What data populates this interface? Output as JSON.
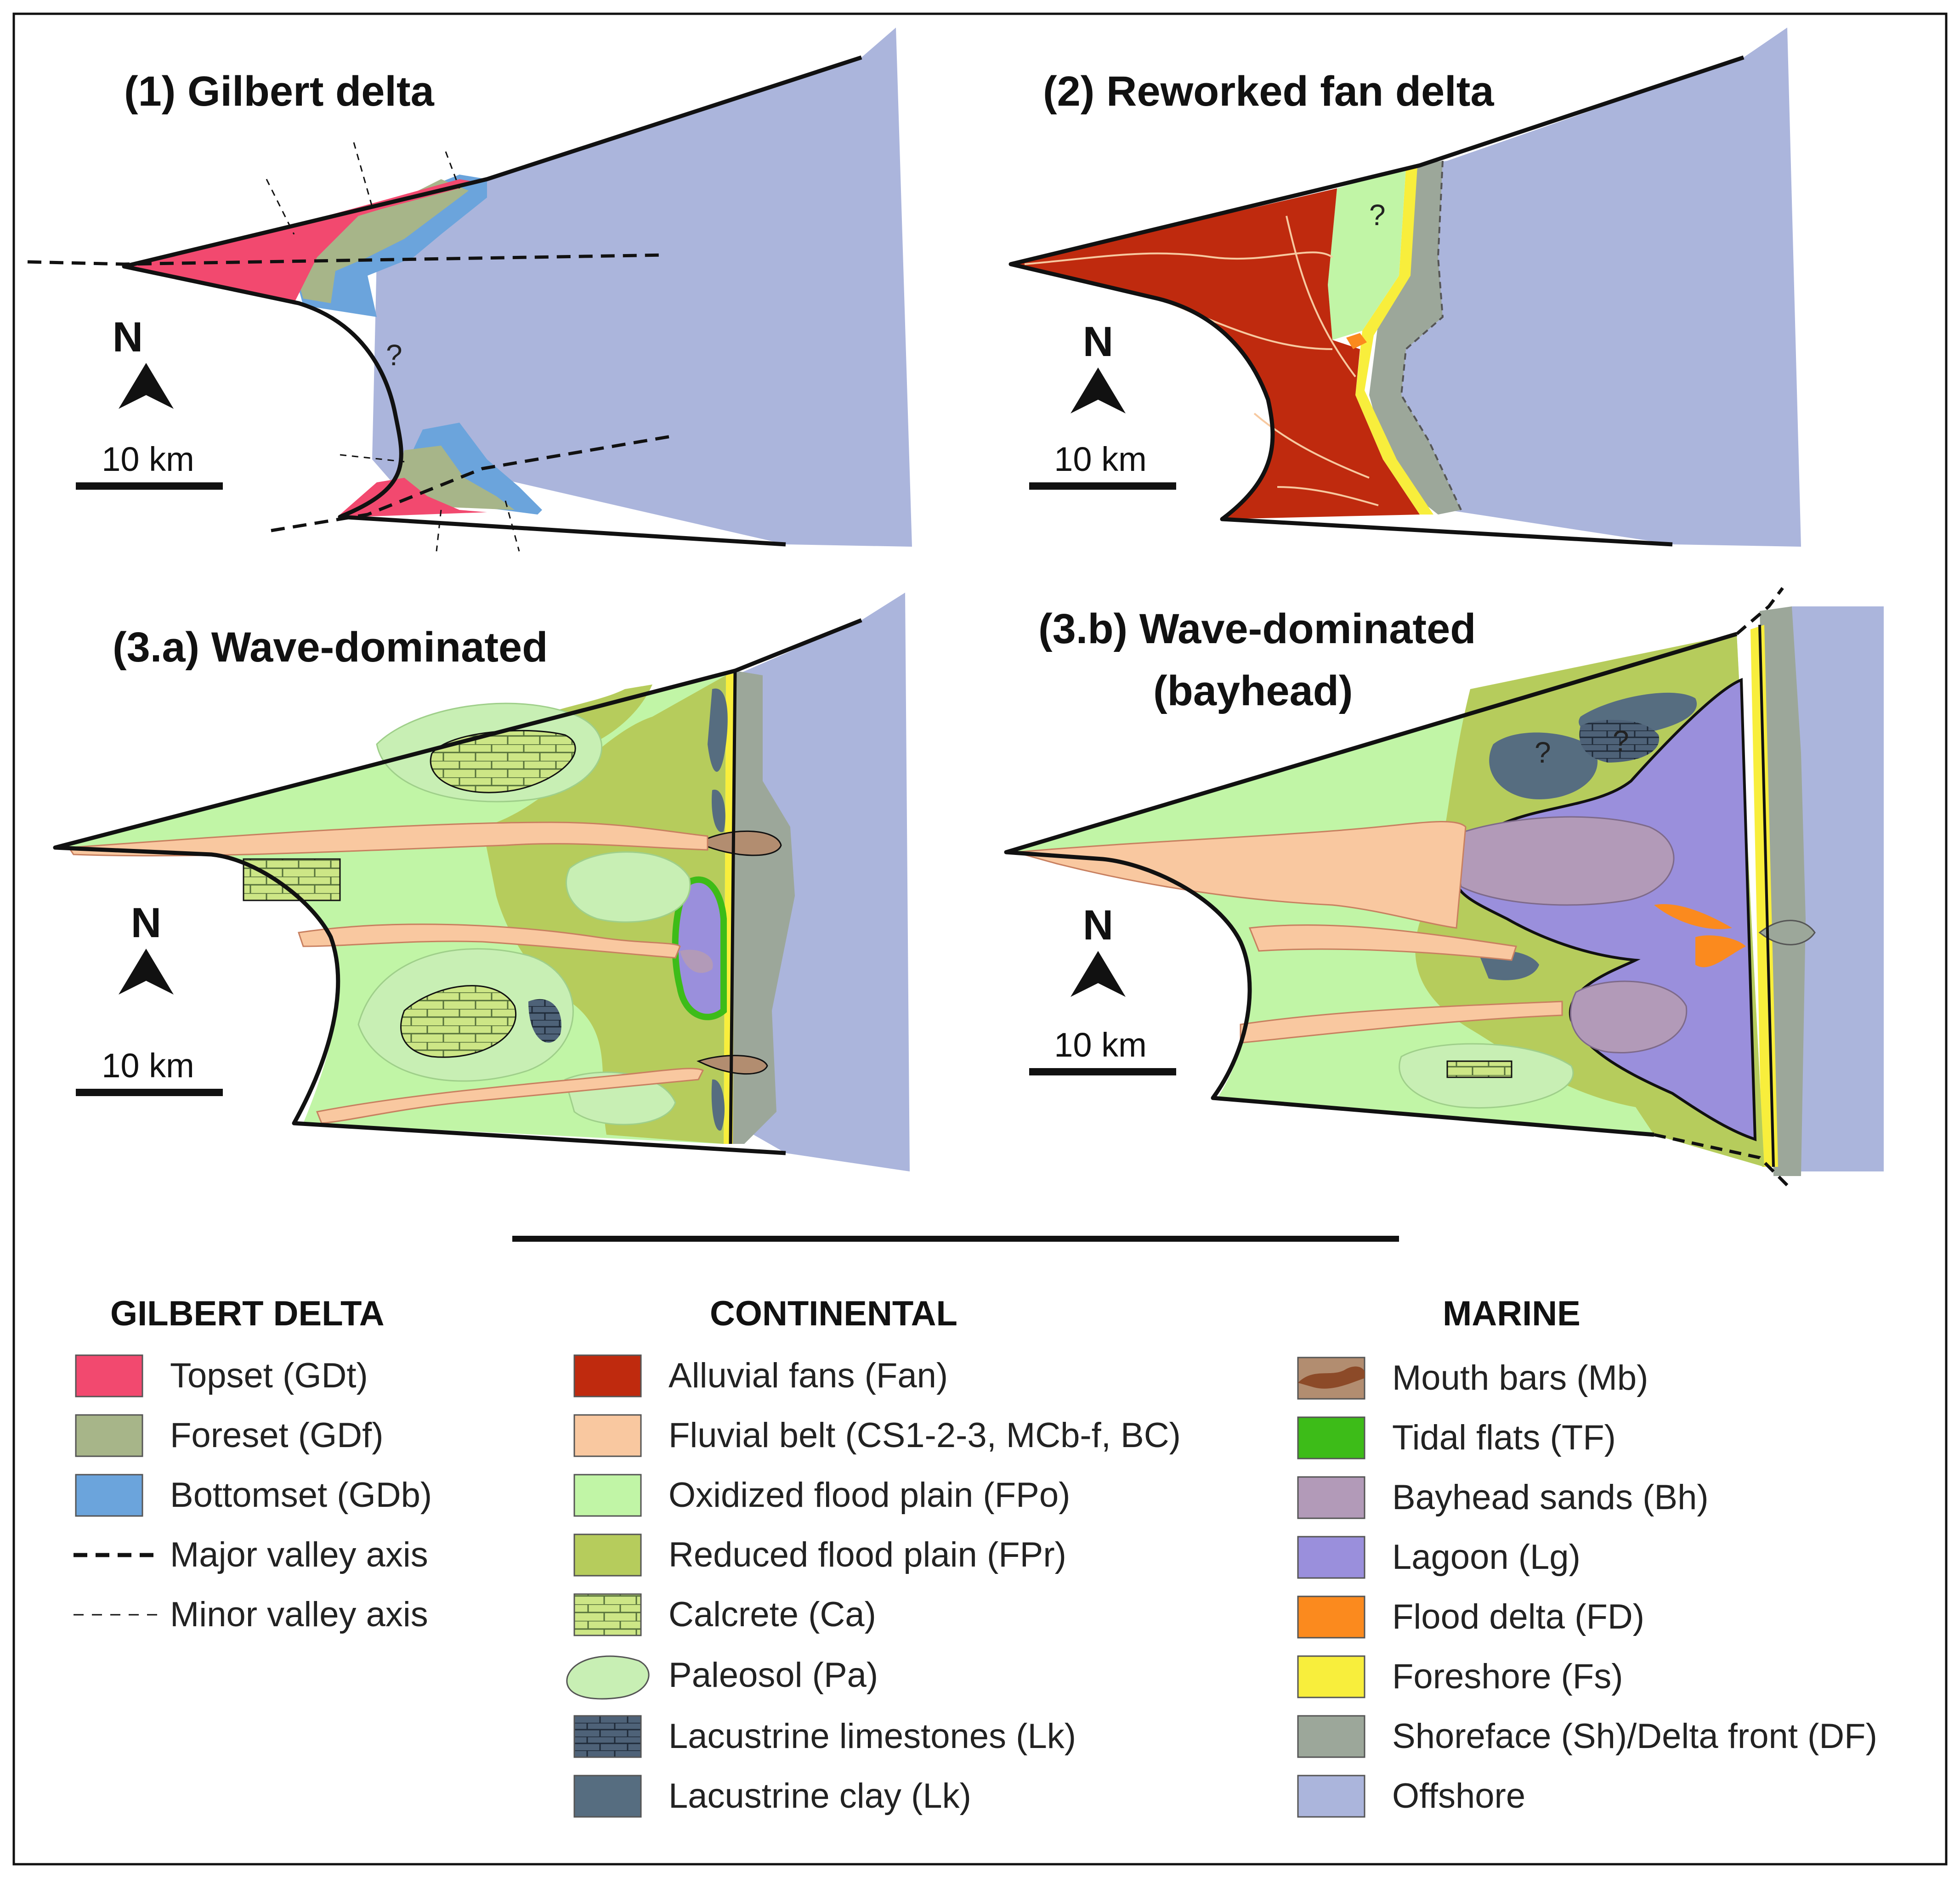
{
  "panels": [
    {
      "title": "(1) Gilbert delta",
      "north": "N",
      "scale": "10 km",
      "unknown": "?"
    },
    {
      "title": "(2) Reworked fan delta",
      "north": "N",
      "scale": "10 km",
      "unknown": "?"
    },
    {
      "title": "(3.a) Wave-dominated",
      "north": "N",
      "scale": "10 km"
    },
    {
      "title_line1": "(3.b) Wave-dominated",
      "title_line2": "(bayhead)",
      "north": "N",
      "scale": "10 km",
      "unknown": "?"
    }
  ],
  "legend": {
    "gilbert": {
      "heading": "GILBERT DELTA",
      "items": [
        {
          "label": "Topset (GDt)",
          "color": "#f2496f"
        },
        {
          "label": "Foreset (GDf)",
          "color": "#a7b589"
        },
        {
          "label": "Bottomset (GDb)",
          "color": "#6ba4dc"
        },
        {
          "label": "Major valley axis",
          "line": "major-dashed"
        },
        {
          "label": "Minor valley axis",
          "line": "minor-dashed"
        }
      ]
    },
    "continental": {
      "heading": "CONTINENTAL",
      "items": [
        {
          "label": "Alluvial fans (Fan)",
          "color": "#bf2a0e"
        },
        {
          "label": "Fluvial belt (CS1-2-3, MCb-f, BC)",
          "color": "#f9c8a0"
        },
        {
          "label": "Oxidized flood plain (FPo)",
          "color": "#c1f5a6"
        },
        {
          "label": "Reduced flood plain (FPr)",
          "color": "#b6cc5c"
        },
        {
          "label": "Calcrete (Ca)",
          "color": "#cde686",
          "icon": "brick-pattern-icon"
        },
        {
          "label": "Paleosol (Pa)",
          "color": "#c8efb4",
          "icon": "paleosol-blob-icon"
        },
        {
          "label": "Lacustrine limestones (Lk)",
          "color": "#4e6278",
          "icon": "brick-pattern-icon"
        },
        {
          "label": "Lacustrine clay (Lk)",
          "color": "#566d80"
        }
      ]
    },
    "marine": {
      "heading": "MARINE",
      "items": [
        {
          "label": "Mouth bars (Mb)",
          "color": "#b28d70"
        },
        {
          "label": "Tidal flats (TF)",
          "color": "#3dbc18"
        },
        {
          "label": "Bayhead sands (Bh)",
          "color": "#b29ab8"
        },
        {
          "label": "Lagoon (Lg)",
          "color": "#9a8fdc"
        },
        {
          "label": "Flood delta (FD)",
          "color": "#fb8a1e"
        },
        {
          "label": "Foreshore (Fs)",
          "color": "#f8ee3c"
        },
        {
          "label": "Shoreface (Sh)/Delta front (DF)",
          "color": "#9ca79a"
        },
        {
          "label": "Offshore",
          "color": "#abb5dc"
        }
      ]
    }
  }
}
